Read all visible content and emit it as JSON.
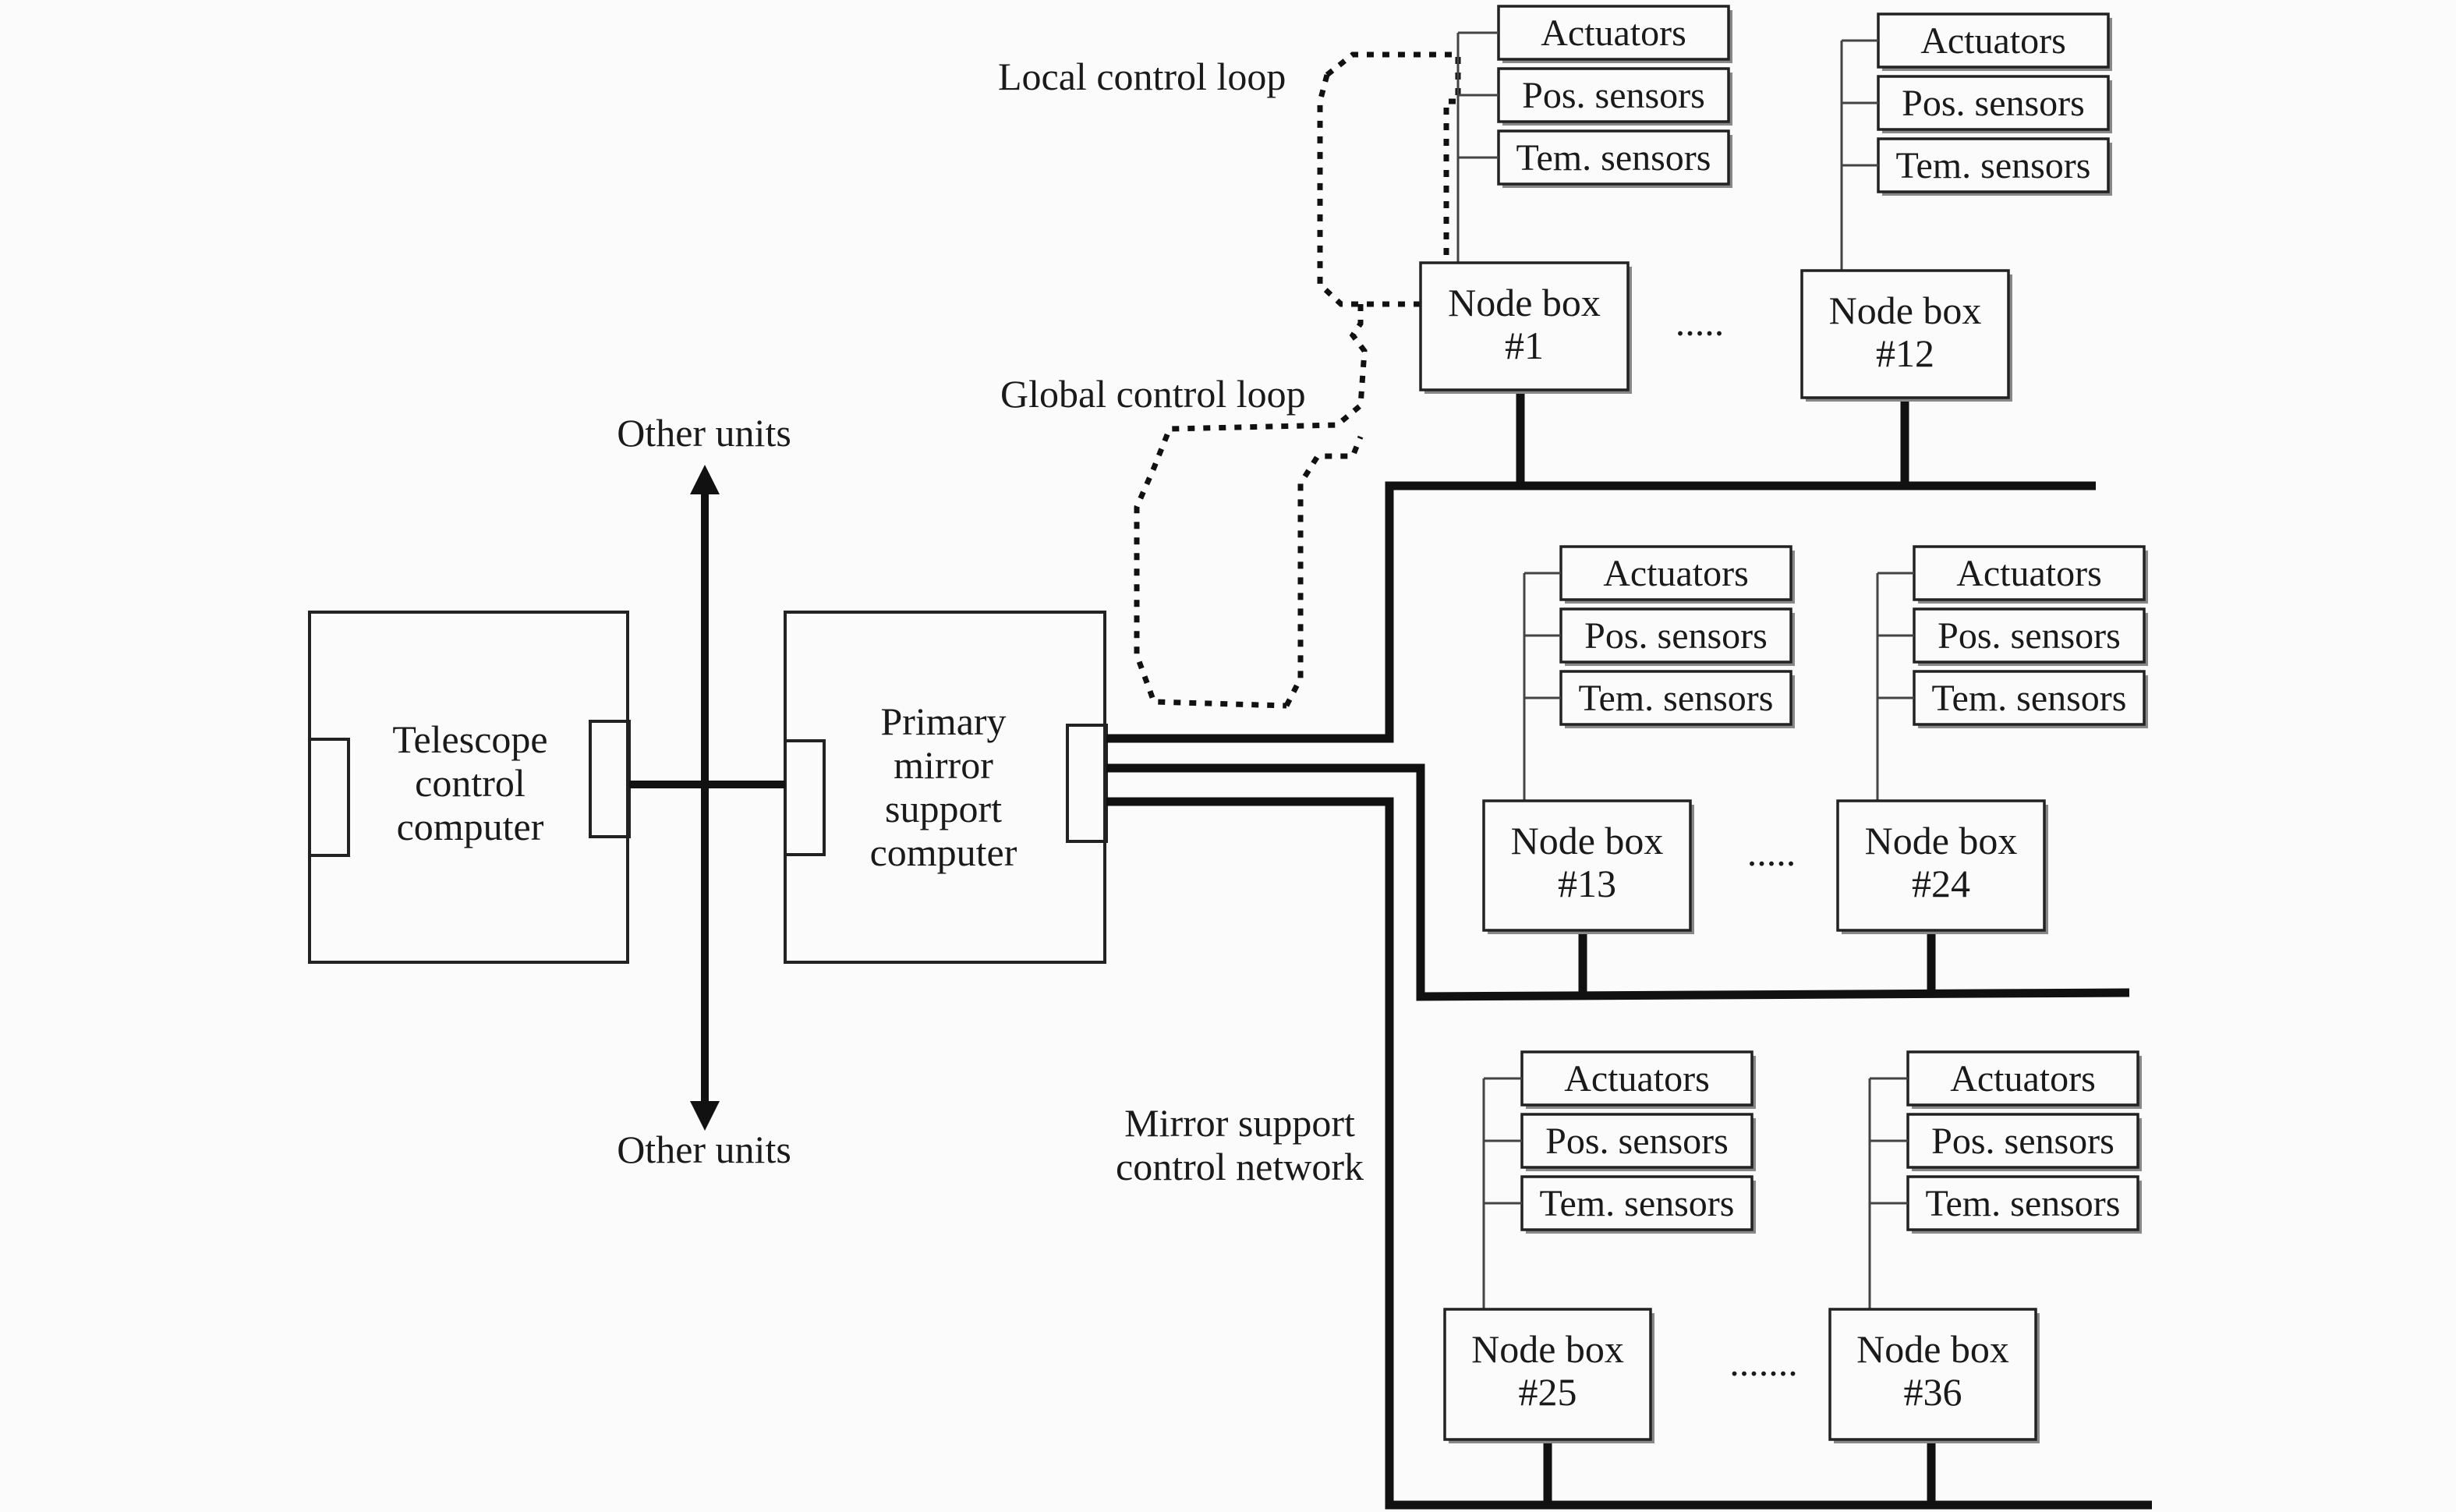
{
  "computers": {
    "telescope": {
      "line1": "Telescope",
      "line2": "control",
      "line3": "computer"
    },
    "primary": {
      "line1": "Primary",
      "line2": "mirror",
      "line3": "support",
      "line4": "computer"
    }
  },
  "labels": {
    "other_units_top": "Other units",
    "other_units_bottom": "Other units",
    "local_loop": "Local control loop",
    "global_loop": "Global control loop",
    "network_line1": "Mirror support",
    "network_line2": "control network",
    "ellipsis_1": ".....",
    "ellipsis_2": ".....",
    "ellipsis_3": "......."
  },
  "nodes": [
    {
      "name": "Node box",
      "num": "#1"
    },
    {
      "name": "Node box",
      "num": "#12"
    },
    {
      "name": "Node box",
      "num": "#13"
    },
    {
      "name": "Node box",
      "num": "#24"
    },
    {
      "name": "Node box",
      "num": "#25"
    },
    {
      "name": "Node box",
      "num": "#36"
    }
  ],
  "sensor_labels": {
    "actuators": "Actuators",
    "pos": "Pos. sensors",
    "tem": "Tem. sensors"
  }
}
